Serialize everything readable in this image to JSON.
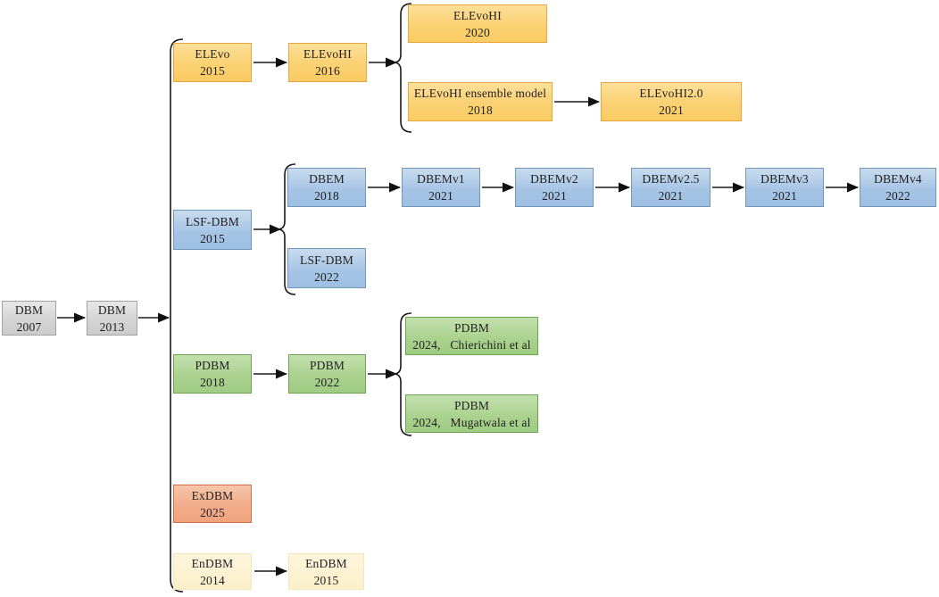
{
  "palette": {
    "trunk_gray_fill": "#d4d4d4",
    "trunk_gray_border": "#a3a3a3",
    "elevo_gold_fill": "#fbd172",
    "elevo_gold_border": "#eca43c",
    "lsf_blue_fill": "#a6c5e5",
    "lsf_blue_border": "#7296bc",
    "pdbm_green_fill": "#a9d18e",
    "pdbm_green_border": "#6ca450",
    "exdbm_salmon_fill": "#f2ab89",
    "exdbm_salmon_border": "#db6c4a",
    "endbm_cream_fill": "#fdf2cf",
    "connector_color": "#1a1a1a"
  },
  "nodes": {
    "dbm2007": {
      "name": "DBM",
      "year": "2007"
    },
    "dbm2013": {
      "name": "DBM",
      "year": "2013"
    },
    "elevo2015": {
      "name": "ELEvo",
      "year": "2015"
    },
    "elevohi2016": {
      "name": "ELEvoHI",
      "year": "2016"
    },
    "elevohi2020": {
      "name": "ELEvoHI",
      "year": "2020"
    },
    "elevohi_ensemble2018": {
      "name": "ELEvoHI ensemble model",
      "year": "2018"
    },
    "elevohi2_2021": {
      "name": "ELEvoHI2.0",
      "year": "2021"
    },
    "lsfdbm2015": {
      "name": "LSF-DBM",
      "year": "2015"
    },
    "dbem2018": {
      "name": "DBEM",
      "year": "2018"
    },
    "dbemv1_2021": {
      "name": "DBEMv1",
      "year": "2021"
    },
    "dbemv2_2021": {
      "name": "DBEMv2",
      "year": "2021"
    },
    "dbemv25_2021": {
      "name": "DBEMv2.5",
      "year": "2021"
    },
    "dbemv3_2021": {
      "name": "DBEMv3",
      "year": "2021"
    },
    "dbemv4_2022": {
      "name": "DBEMv4",
      "year": "2022"
    },
    "lsfdbm2022": {
      "name": "LSF-DBM",
      "year": "2022"
    },
    "pdbm2018": {
      "name": "PDBM",
      "year": "2018"
    },
    "pdbm2022": {
      "name": "PDBM",
      "year": "2022"
    },
    "pdbm2024_chierichini": {
      "name": "PDBM",
      "year": "2024,   Chierichini et al"
    },
    "pdbm2024_mugatwala": {
      "name": "PDBM",
      "year": "2024,   Mugatwala et al"
    },
    "exdbm2025": {
      "name": "ExDBM",
      "year": "2025"
    },
    "endbm2014": {
      "name": "EnDBM",
      "year": "2014"
    },
    "endbm2015": {
      "name": "EnDBM",
      "year": "2015"
    }
  }
}
